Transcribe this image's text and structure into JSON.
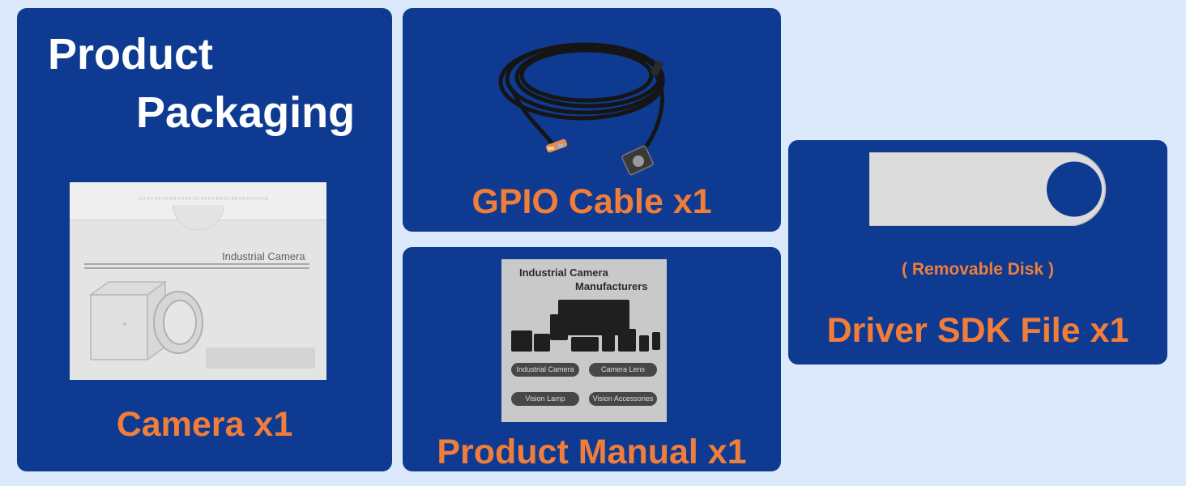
{
  "title": {
    "line1": "Product",
    "line2": "Packaging"
  },
  "items": {
    "camera": {
      "label": "Camera x1",
      "box_text": "Industrial  Camera"
    },
    "cable": {
      "label": "GPIO Cable x1"
    },
    "manual": {
      "label": "Product Manual x1",
      "cover_title_1": "Industrial Camera",
      "cover_title_2": "Manufacturers",
      "cover_buttons": [
        "Industrial Camera",
        "Camera Lens",
        "Vision Lamp",
        "Vision Accessories"
      ]
    },
    "disk": {
      "label": "Driver SDK File x1",
      "sublabel": "( Removable Disk )"
    }
  },
  "colors": {
    "background": "#dce9fb",
    "panel": "#0e3b91",
    "accent_orange": "#f07d3a",
    "title_white": "#ffffff"
  },
  "icons": [
    "camera-box-image",
    "gpio-cable-image",
    "manual-cover-image",
    "usb-disk-image"
  ]
}
